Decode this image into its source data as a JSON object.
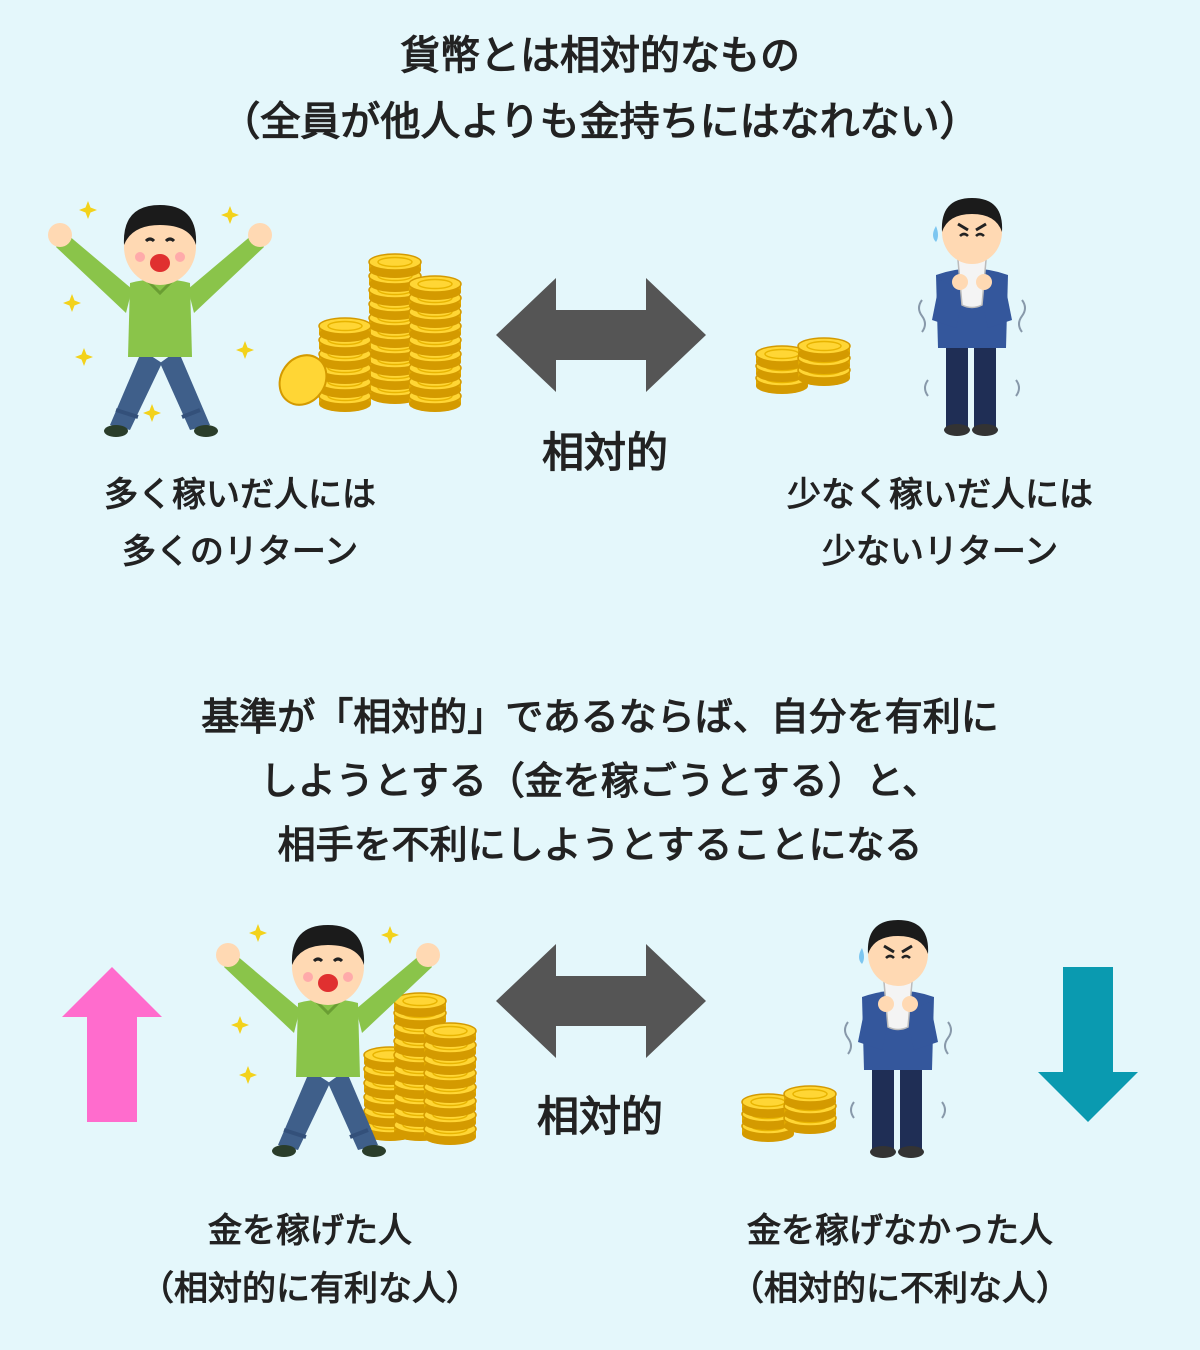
{
  "top": {
    "title_line1": "貨幣とは相対的なもの",
    "title_line2": "（全員が他人よりも金持ちにはなれない）",
    "left_caption_line1": "多く稼いだ人には",
    "left_caption_line2": "多くのリターン",
    "center_label": "相対的",
    "right_caption_line1": "少なく稼いだ人には",
    "right_caption_line2": "少ないリターン"
  },
  "middle": {
    "line1": "基準が「相対的」であるならば、自分を有利に",
    "line2": "しようとする（金を稼ごうとする）と、",
    "line3": "相手を不利にしようとすることになる"
  },
  "bottom": {
    "center_label": "相対的",
    "left_caption_line1": "金を稼げた人",
    "left_caption_line2": "（相対的に有利な人）",
    "right_caption_line1": "金を稼げなかった人",
    "right_caption_line2": "（相対的に不利な人）"
  },
  "colors": {
    "background": "#e4f7fb",
    "arrow_gray": "#555555",
    "arrow_up_pink": "#ff6ccd",
    "arrow_down_teal": "#0a9ab0",
    "coin_gold": "#f5c518",
    "happy_shirt": "#8ac44a",
    "sad_shirt": "#34579c"
  },
  "icons": [
    "happy-man-icon",
    "sad-man-icon",
    "coin-stack-icon",
    "double-arrow-icon",
    "up-arrow-icon",
    "down-arrow-icon",
    "sparkle-icon"
  ]
}
